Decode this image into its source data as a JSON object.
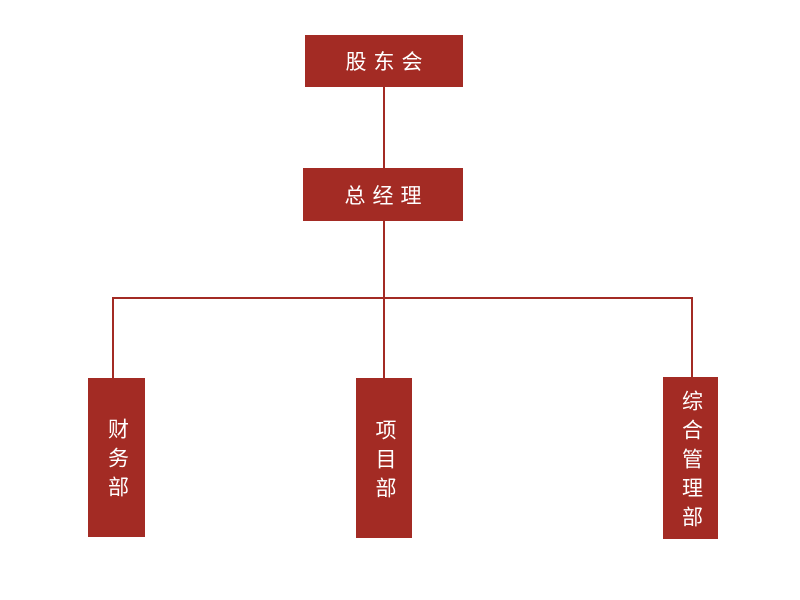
{
  "diagram": {
    "type": "org-chart",
    "background_color": "#ffffff",
    "node_fill_color": "#a32b24",
    "node_text_color": "#ffffff",
    "connector_color": "#a32b24",
    "root": {
      "label": "股东会",
      "children": [
        {
          "label": "总经理",
          "children": [
            {
              "label": "财务部"
            },
            {
              "label": "项目部"
            },
            {
              "label": "综合管理部"
            }
          ]
        }
      ]
    }
  }
}
